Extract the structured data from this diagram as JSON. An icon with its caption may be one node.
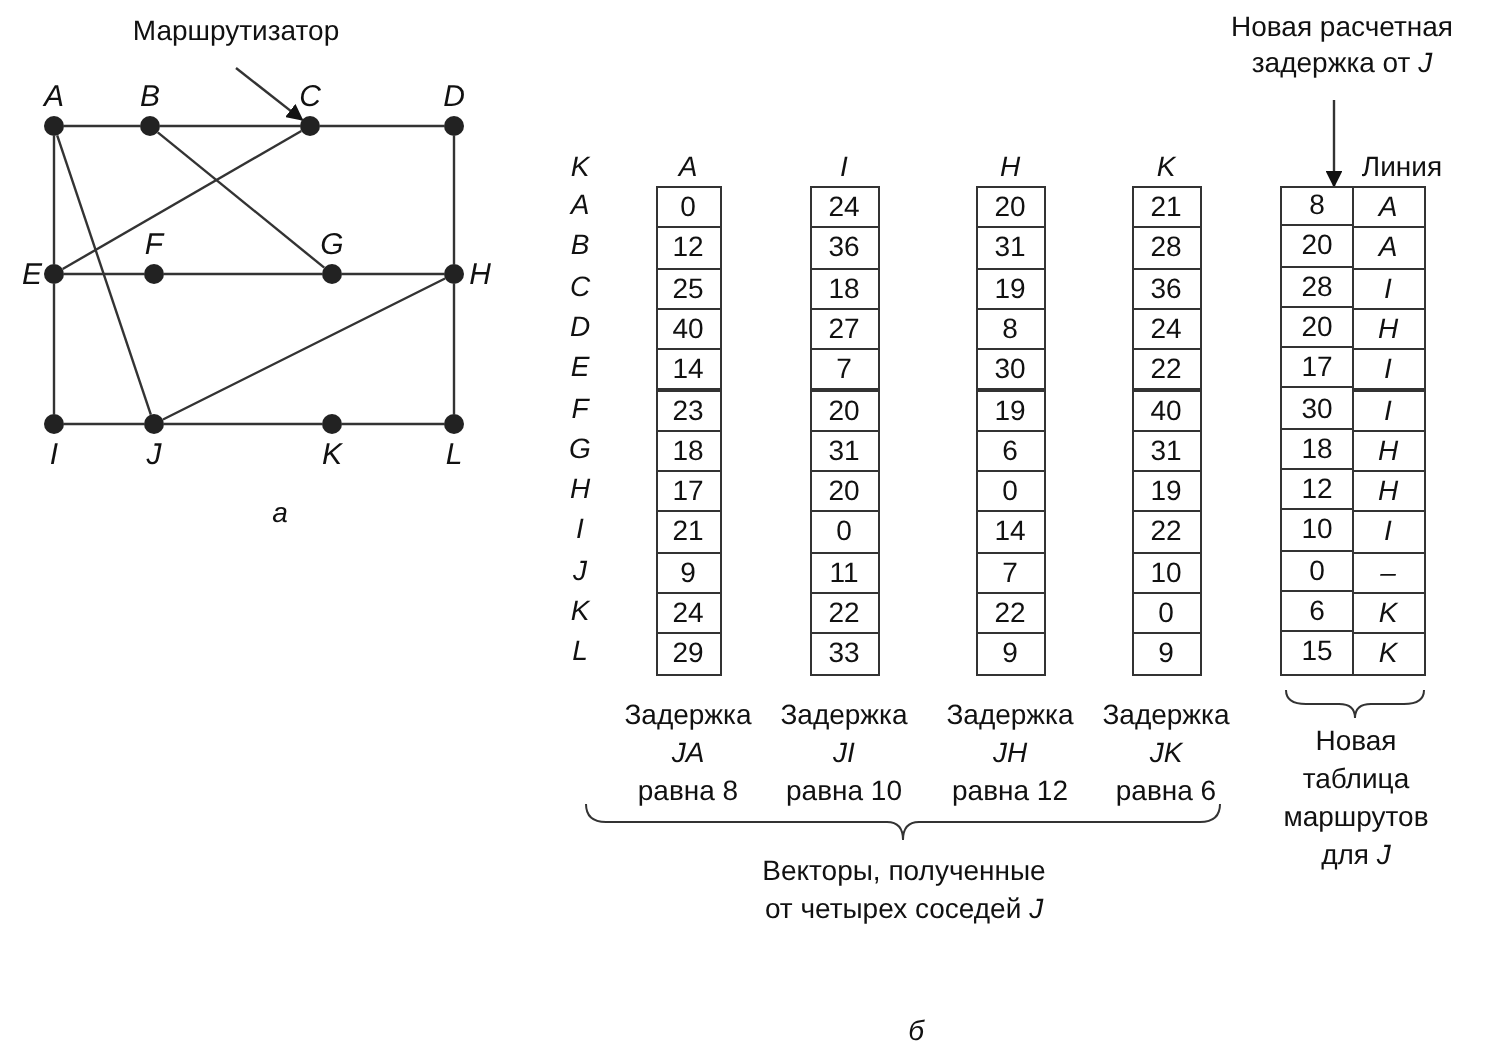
{
  "diagram": {
    "nodes": [
      {
        "text": [
          "A"
        ]
      },
      {
        "text": [
          "B"
        ]
      },
      {
        "text": [
          "C"
        ]
      },
      {
        "text": [
          "D"
        ]
      },
      {
        "text": [
          "E"
        ]
      },
      {
        "text": [
          "F"
        ]
      },
      {
        "text": [
          "G"
        ]
      },
      {
        "text": [
          "H"
        ]
      },
      {
        "text": [
          "I"
        ]
      },
      {
        "text": [
          "J"
        ]
      },
      {
        "text": [
          "K"
        ]
      },
      {
        "text": [
          "L"
        ]
      },
      {
        "text": [
          "Маршрутизатор"
        ]
      },
      {
        "text": [
          "Новая расчетная задержка от *J*"
        ]
      },
      {
        "text": [],
        "shape": "box"
      }
    ],
    "edges": [
      {
        "from": 0,
        "to": 1,
        "arrow": "none"
      },
      {
        "from": 1,
        "to": 2,
        "arrow": "none"
      },
      {
        "from": 2,
        "to": 3,
        "arrow": "none"
      },
      {
        "from": 0,
        "to": 4,
        "arrow": "none"
      },
      {
        "from": 0,
        "to": 9,
        "arrow": "none"
      },
      {
        "from": 1,
        "to": 6,
        "arrow": "none"
      },
      {
        "from": 2,
        "to": 4,
        "arrow": "none"
      },
      {
        "from": 3,
        "to": 7,
        "arrow": "none"
      },
      {
        "from": 4,
        "to": 5,
        "arrow": "none"
      },
      {
        "from": 5,
        "to": 6,
        "arrow": "none"
      },
      {
        "from": 6,
        "to": 7,
        "arrow": "none"
      },
      {
        "from": 7,
        "to": 9,
        "arrow": "none"
      },
      {
        "from": 4,
        "to": 8,
        "arrow": "none"
      },
      {
        "from": 8,
        "to": 9,
        "arrow": "none"
      },
      {
        "from": 9,
        "to": 10,
        "arrow": "none"
      },
      {
        "from": 10,
        "to": 11,
        "arrow": "none"
      },
      {
        "from": 7,
        "to": 11,
        "arrow": "none"
      },
      {
        "from": 12,
        "to": 2,
        "arrow": "to"
      },
      {
        "from": 13,
        "to": 14,
        "arrow": "to"
      }
    ],
    "labels": [
      "K",
      "A",
      "I",
      "H",
      "K",
      "Линия",
      "A",
      "0",
      "24",
      "20",
      "21",
      "8",
      "A",
      "B",
      "12",
      "36",
      "31",
      "28",
      "20",
      "A",
      "C",
      "25",
      "18",
      "19",
      "36",
      "28",
      "I",
      "D",
      "40",
      "27",
      "8",
      "24",
      "20",
      "H",
      "E",
      "14",
      "7",
      "30",
      "22",
      "17",
      "I",
      "F",
      "23",
      "20",
      "19",
      "40",
      "30",
      "I",
      "G",
      "18",
      "31",
      "6",
      "31",
      "18",
      "H",
      "H",
      "17",
      "20",
      "0",
      "19",
      "12",
      "H",
      "I",
      "21",
      "0",
      "14",
      "22",
      "10",
      "I",
      "J",
      "9",
      "11",
      "7",
      "10",
      "0",
      "–",
      "K",
      "24",
      "22",
      "22",
      "0",
      "6",
      "K",
      "L",
      "29",
      "33",
      "9",
      "9",
      "15",
      "K",
      "Задержка *JA* равна 8",
      "Задержка *JI* равна 10",
      "Задержка *JH* равна 12",
      "Задержка *JK* равна 6",
      "Новая таблица маршрутов для *J*",
      "Векторы, полученные от четырех соседей *J*",
      "а",
      "б"
    ]
  }
}
